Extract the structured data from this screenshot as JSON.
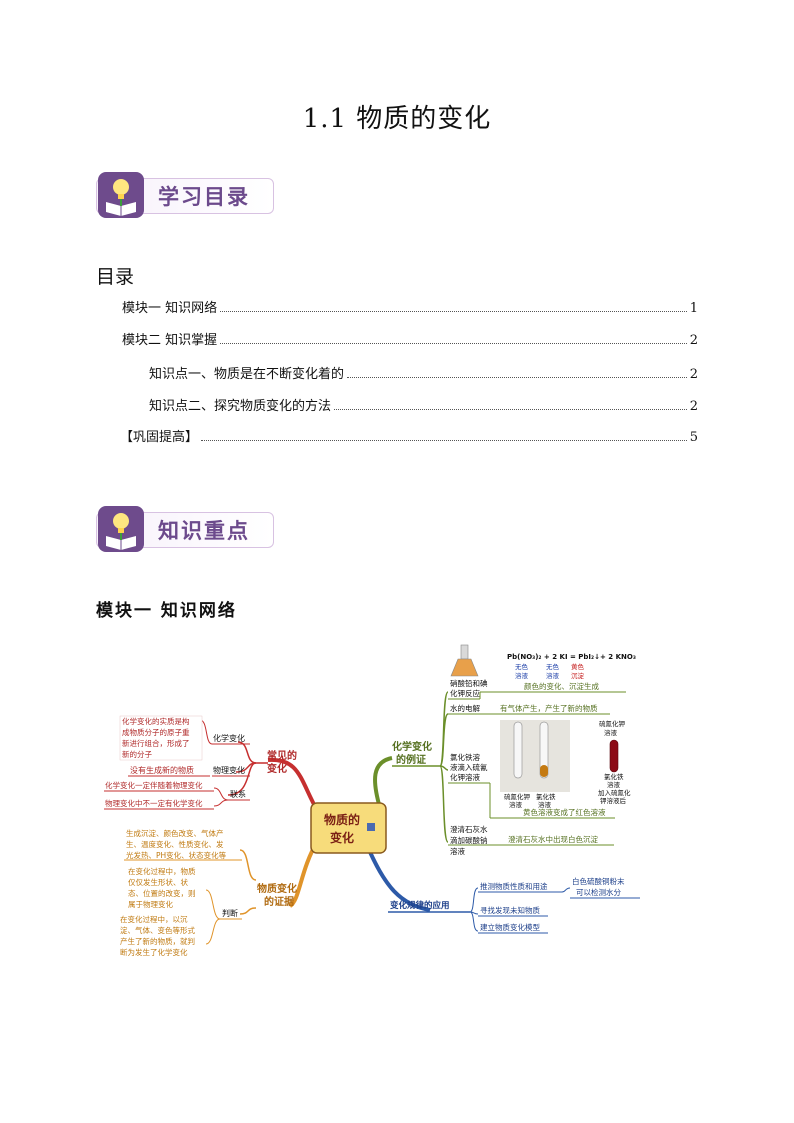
{
  "title": "1.1  物质的变化",
  "banner1": "学习目录",
  "banner2": "知识重点",
  "toc": {
    "heading": "目录",
    "rows": [
      {
        "text": "模块一  知识网络",
        "page": "1"
      },
      {
        "text": "模块二  知识掌握",
        "page": "2"
      },
      {
        "text": "知识点一、物质是在不断变化着的",
        "page": "2"
      },
      {
        "text": "知识点二、探究物质变化的方法",
        "page": "2"
      },
      {
        "text": "【巩固提高】",
        "page": "5"
      }
    ]
  },
  "section_title": "模块一  知识网络",
  "mindmap": {
    "center": "物质的变化",
    "center_l1": "物质的",
    "center_l2": "变化",
    "common": {
      "label_l1": "常见的",
      "label_l2": "变化",
      "chem": "化学变化",
      "chem_desc": [
        "化学变化的实质是构",
        "成物质分子的原子重",
        "新进行组合，形成了",
        "新的分子"
      ],
      "phys": "物理变化",
      "phys_desc": "没有生成新的物质",
      "link": "联系",
      "link1": "化学变化一定伴随着物理变化",
      "link2": "物理变化中不一定有化学变化"
    },
    "evidence": {
      "label_l1": "物质变化",
      "label_l2": "的证据",
      "list": [
        "生成沉淀、颜色改变、气体产",
        "生、温度变化、性质变化、发",
        "光发热、PH变化、状态变化等"
      ],
      "judge": "判断",
      "j1": [
        "在变化过程中，物质",
        "仅仅发生形状、状",
        "态、位置的改变，则",
        "属于物理变化"
      ],
      "j2": [
        "在变化过程中，以沉",
        "淀、气体、变色等形式",
        "产生了新的物质，就判",
        "断为发生了化学变化"
      ]
    },
    "examples": {
      "label_l1": "化学变化",
      "label_l2": "的例证",
      "ex1": [
        "硝酸铅和碘",
        "化钾反应"
      ],
      "ex1_result": "颜色的变化、沉淀生成",
      "eq": "Pb(NO₃)₂ + 2 KI = PbI₂↓+ 2 KNO₃",
      "eq_notes": [
        [
          "无色",
          "溶液"
        ],
        [
          "无色",
          "溶液"
        ],
        [
          "黄色",
          "沉淀"
        ]
      ],
      "ex2": "水的电解",
      "ex2_result": "有气体产生，产生了新的物质",
      "ex3": [
        "氯化铁溶",
        "液滴入硫氰",
        "化钾溶液"
      ],
      "tube1": [
        "硫氰化钾",
        "溶液"
      ],
      "tube2": [
        "氯化铁",
        "溶液"
      ],
      "tube3_top": [
        "硫氰化钾",
        "溶液"
      ],
      "tube3_bottom": [
        "氯化铁",
        "溶液",
        "加入硫氰化",
        "钾溶液后"
      ],
      "ex3_result": "黄色溶液变成了红色溶液",
      "ex4": [
        "澄清石灰水",
        "滴加碳酸钠",
        "溶液"
      ],
      "ex4_result": "澄清石灰水中出现白色沉淀"
    },
    "apply": {
      "label": "变化规律的应用",
      "a1": "推测物质性质和用途",
      "a1_desc": [
        "白色硫酸铜粉末",
        "可以检测水分"
      ],
      "a2": "寻找发现未知物质",
      "a3": "建立物质变化模型"
    }
  },
  "colors": {
    "red_branch": "#c62f2f",
    "orange_branch": "#e0942a",
    "green_branch": "#6b8f2a",
    "blue_branch": "#2d5aa8",
    "center_fill": "#f7dc7b",
    "banner_purple": "#6c4a8c"
  }
}
